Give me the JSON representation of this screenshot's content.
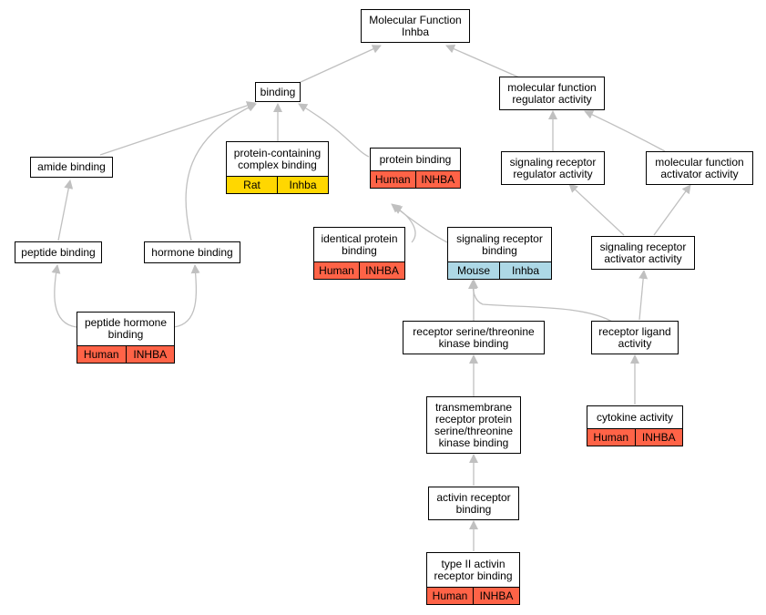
{
  "colors": {
    "edge": "#c0c0c0",
    "human": "#ff6347",
    "rat": "#ffd700",
    "mouse": "#add8e6"
  },
  "nodes": {
    "root": {
      "line1": "Molecular Function",
      "line2": "Inhba"
    },
    "binding": {
      "line1": "binding"
    },
    "mfra": {
      "line1": "molecular function",
      "line2": "regulator activity"
    },
    "amide": {
      "line1": "amide binding"
    },
    "pcb": {
      "line1": "protein-containing",
      "line2": "complex binding",
      "ann": [
        "Rat",
        "Inhba"
      ]
    },
    "protein": {
      "line1": "protein binding",
      "ann": [
        "Human",
        "INHBA"
      ]
    },
    "srra": {
      "line1": "signaling receptor",
      "line2": "regulator activity"
    },
    "mfaa": {
      "line1": "molecular function",
      "line2": "activator activity"
    },
    "peptide": {
      "line1": "peptide binding"
    },
    "hormone": {
      "line1": "hormone binding"
    },
    "identical": {
      "line1": "identical protein",
      "line2": "binding",
      "ann": [
        "Human",
        "INHBA"
      ]
    },
    "srb": {
      "line1": "signaling receptor",
      "line2": "binding",
      "ann": [
        "Mouse",
        "Inhba"
      ]
    },
    "sraa": {
      "line1": "signaling receptor",
      "line2": "activator activity"
    },
    "phb": {
      "line1": "peptide hormone",
      "line2": "binding",
      "ann": [
        "Human",
        "INHBA"
      ]
    },
    "rstkb": {
      "line1": "receptor serine/threonine",
      "line2": "kinase binding"
    },
    "rla": {
      "line1": "receptor ligand",
      "line2": "activity"
    },
    "cytokine": {
      "line1": "cytokine activity",
      "ann": [
        "Human",
        "INHBA"
      ]
    },
    "tm": {
      "line1": "transmembrane",
      "line2": "receptor protein",
      "line3": "serine/threonine",
      "line4": "kinase binding"
    },
    "arb": {
      "line1": "activin receptor",
      "line2": "binding"
    },
    "t2arb": {
      "line1": "type II activin",
      "line2": "receptor binding",
      "ann": [
        "Human",
        "INHBA"
      ]
    }
  }
}
